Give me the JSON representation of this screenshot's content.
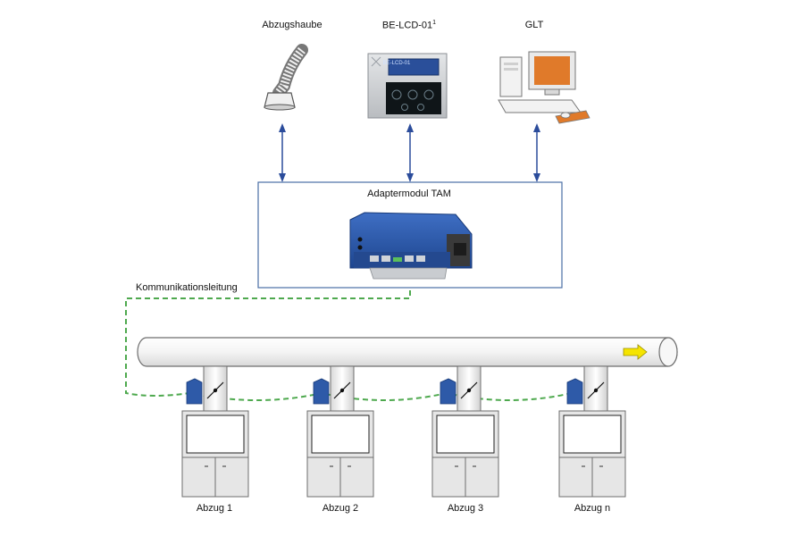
{
  "devices": {
    "hood": {
      "label": "Abzugshaube"
    },
    "lcd": {
      "label": "BE-LCD-01",
      "footnote": "1",
      "screen_text": "BE-LCD-01"
    },
    "glt": {
      "label": "GLT"
    }
  },
  "adapter": {
    "title": "Adaptermodul TAM"
  },
  "communication": {
    "label": "Kommunikationsleitung"
  },
  "hoods": [
    {
      "label": "Abzug 1"
    },
    {
      "label": "Abzug 2"
    },
    {
      "label": "Abzug 3"
    },
    {
      "label": "Abzug n"
    }
  ],
  "colors": {
    "arrow": "#2b4c9b",
    "box_border": "#4a6fa5",
    "comm_line": "#4ea94e",
    "duct_fill": "#f3f3f3",
    "duct_stroke": "#6e6e6e",
    "module_blue": "#2e5aa8",
    "flow_arrow": "#f5e400",
    "glt_screen": "#e07a2a",
    "lcd_screen": "#2a4f9a"
  }
}
